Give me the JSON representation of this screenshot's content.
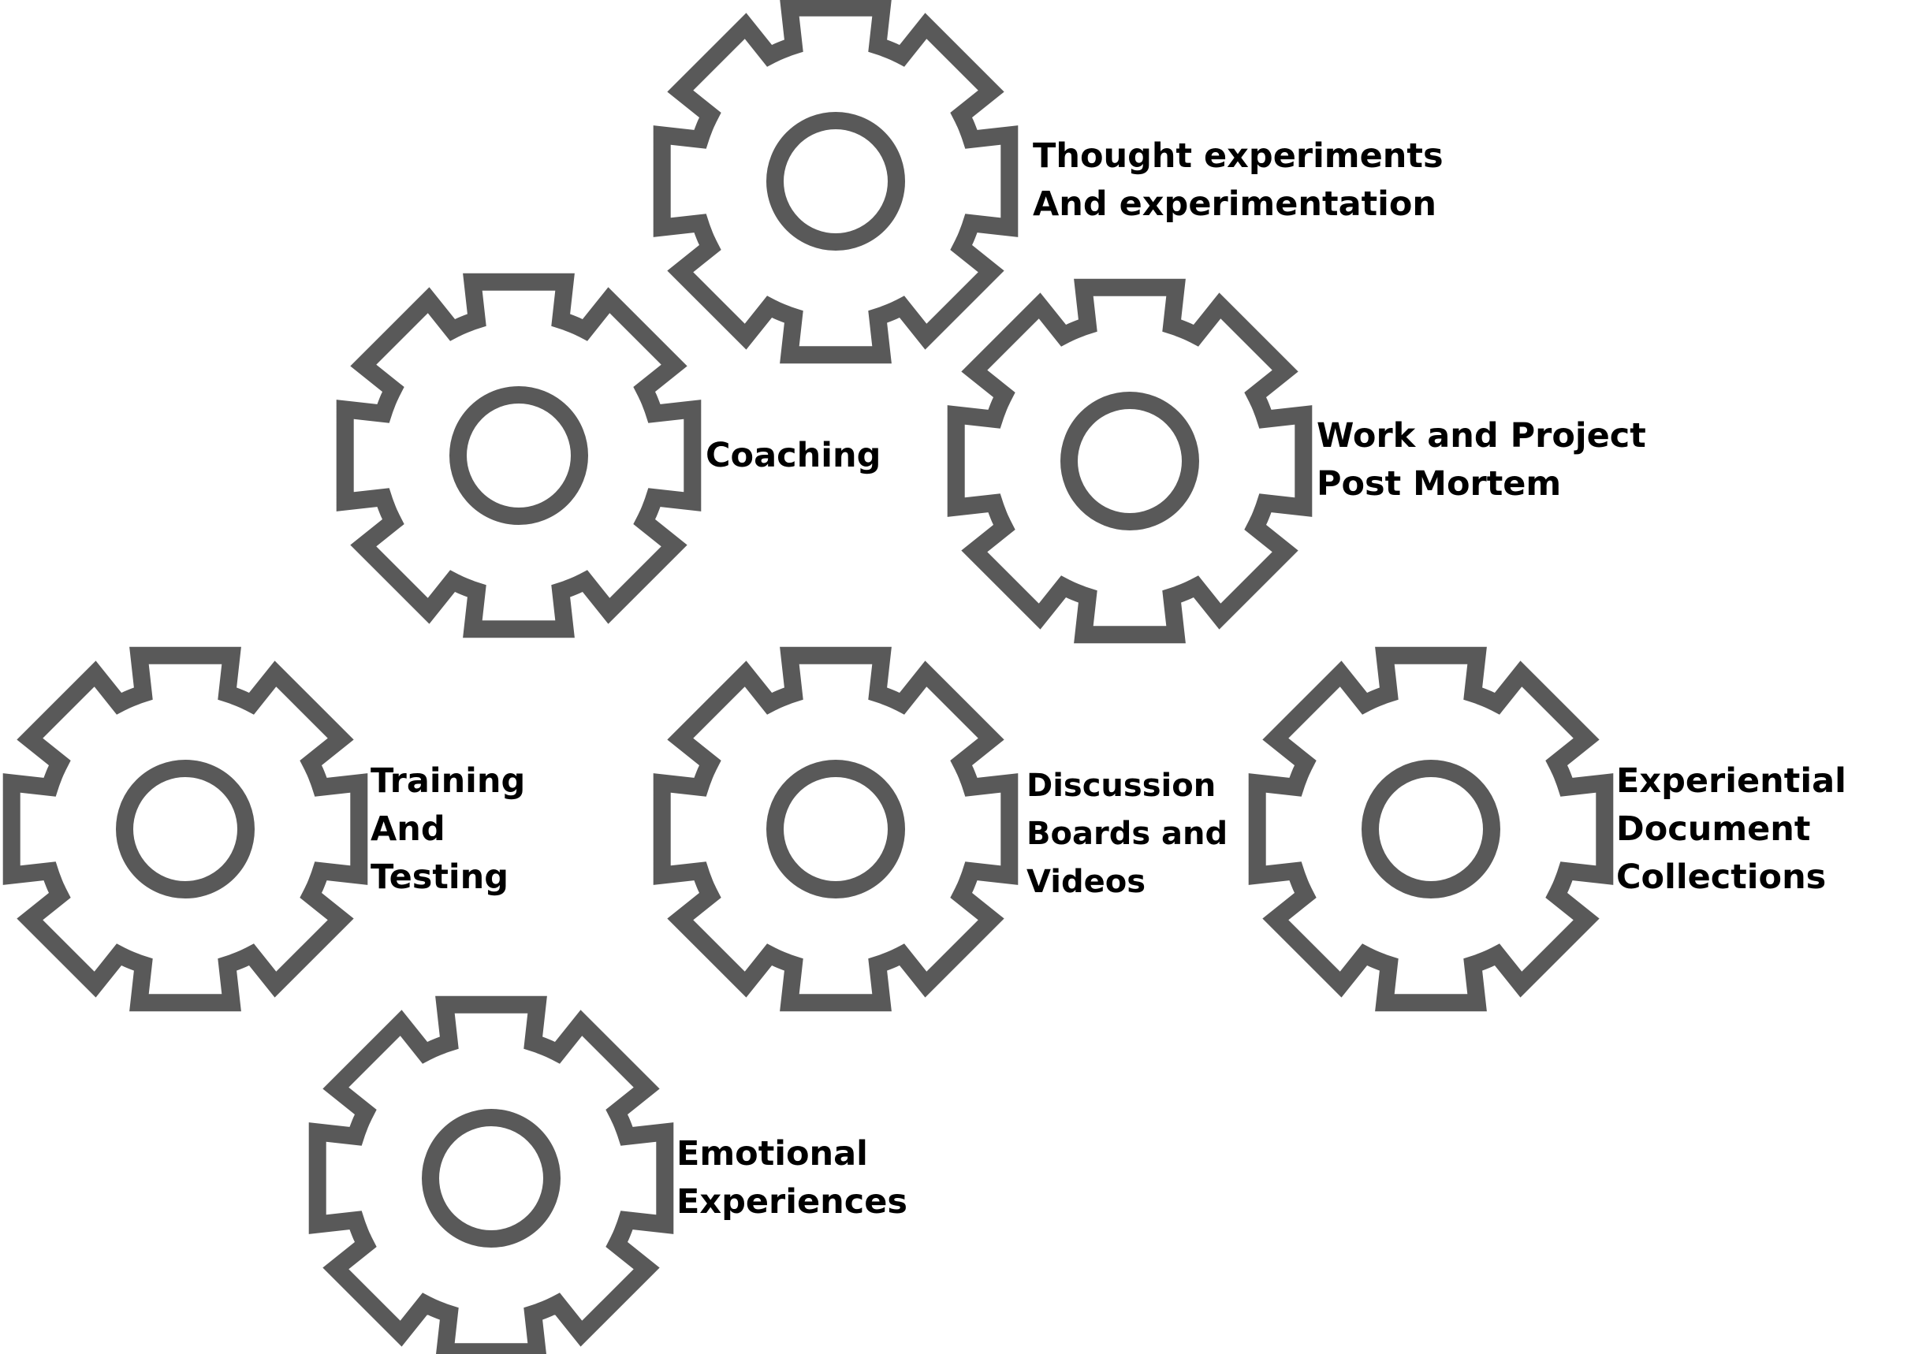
{
  "colors": {
    "gear_stroke": "#595959",
    "label_text": "#000000",
    "background": "#ffffff"
  },
  "gears": [
    {
      "id": "thought",
      "icon": "gear-icon",
      "lines": [
        "Thought experiments",
        "And experimentation"
      ]
    },
    {
      "id": "coaching",
      "icon": "gear-icon",
      "lines": [
        "Coaching"
      ]
    },
    {
      "id": "postmortem",
      "icon": "gear-icon",
      "lines": [
        "Work and Project",
        "Post Mortem"
      ]
    },
    {
      "id": "training",
      "icon": "gear-icon",
      "lines": [
        "Training",
        "And",
        "Testing"
      ]
    },
    {
      "id": "discussion",
      "icon": "gear-icon",
      "lines": [
        "Discussion",
        "Boards and",
        "Videos"
      ]
    },
    {
      "id": "experiential",
      "icon": "gear-icon",
      "lines": [
        "Experiential",
        "Document",
        "Collections"
      ]
    },
    {
      "id": "emotional",
      "icon": "gear-icon",
      "lines": [
        "Emotional",
        "Experiences"
      ]
    }
  ]
}
